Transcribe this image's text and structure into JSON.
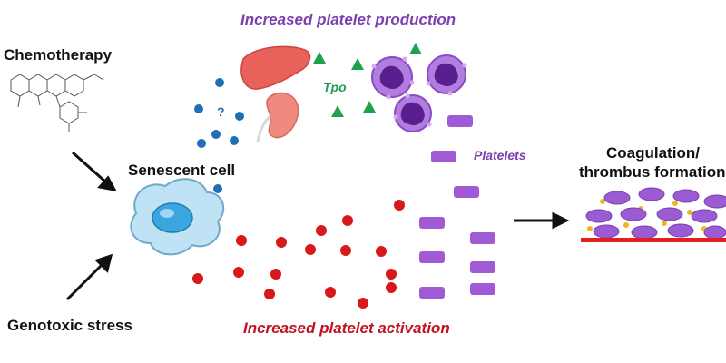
{
  "labels": {
    "chemotherapy": "Chemotherapy",
    "genotoxic_stress": "Genotoxic stress",
    "senescent_cell": "Senescent cell",
    "increased_production": "Increased platelet production",
    "increased_activation": "Increased platelet activation",
    "tpo": "Tpo",
    "platelets": "Platelets",
    "question_mark": "?",
    "coagulation_line1": "Coagulation/",
    "coagulation_line2": "thrombus formation"
  },
  "colors": {
    "blue_dot": "#1f6fb5",
    "red_dot": "#d7191c",
    "green_triangle": "#1fa34a",
    "platelet": "#a05ad6",
    "megakaryocyte": "#8a4bc4",
    "liver": "#e8615a",
    "kidney": "#f08a80",
    "cell": "#bfe3f5",
    "clot_base": "#e02020",
    "clot_platelet": "#9b5bd3",
    "fibrin": "#f2b51a"
  },
  "icons": [
    "chemo-structure-icon",
    "liver-icon",
    "kidney-icon",
    "megakaryocyte-icon",
    "senescent-cell-icon",
    "thrombus-icon"
  ]
}
